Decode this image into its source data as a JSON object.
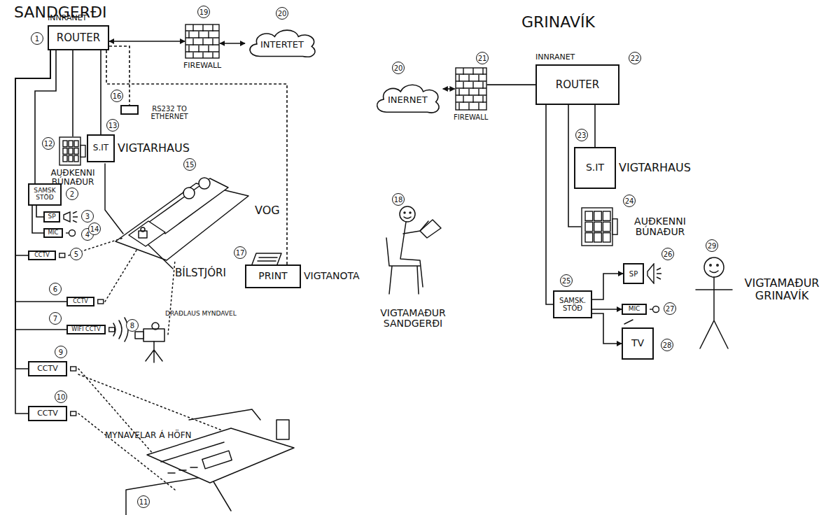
{
  "diagram": {
    "nodes": [
      {
        "text": [
          "INNRANET",
          "ROUTER"
        ]
      },
      {
        "text": [
          "FIREWALL"
        ]
      },
      {
        "text": [
          "INTERTET"
        ]
      },
      {
        "text": [
          "RS232 TO ETHERNET"
        ]
      },
      {
        "text": [
          "AUÐKENNI BÚNAÐUR"
        ]
      },
      {
        "text": [
          "S.IT",
          "VIGTARHAUS"
        ]
      },
      {
        "text": [
          "SAMSK STÖÐ"
        ]
      },
      {
        "text": [
          "SP"
        ]
      },
      {
        "text": [
          "MIC"
        ]
      },
      {
        "text": [
          "CCTV"
        ]
      },
      {
        "text": [
          "CCTV"
        ]
      },
      {
        "text": [
          "WIFI CCTV"
        ]
      },
      {
        "text": [
          "CCTV"
        ]
      },
      {
        "text": [
          "CCTV"
        ]
      },
      {
        "text": [
          "PRINT",
          "VIGTANOTA"
        ]
      },
      {
        "text": [
          "INERNET"
        ]
      },
      {
        "text": [
          "FIREWALL"
        ]
      },
      {
        "text": [
          "INNRANET",
          "ROUTER"
        ]
      },
      {
        "text": [
          "S.IT",
          "VIGTARHAUS"
        ]
      },
      {
        "text": [
          "AUÐKENNI BÚNAÐUR"
        ]
      },
      {
        "text": [
          "SAMSK. STÖÐ"
        ]
      },
      {
        "text": [
          "SP"
        ]
      },
      {
        "text": [
          "MIC"
        ]
      },
      {
        "text": [
          "TV"
        ]
      }
    ],
    "edges": [
      {
        "from": 0,
        "to": 1,
        "arrow": "both"
      },
      {
        "from": 1,
        "to": 2,
        "arrow": "both"
      },
      {
        "from": 0,
        "to": 3,
        "arrow": "none"
      },
      {
        "from": 0,
        "to": 14,
        "arrow": "none"
      },
      {
        "from": 0,
        "to": 4,
        "arrow": "none"
      },
      {
        "from": 0,
        "to": 5,
        "arrow": "none"
      },
      {
        "from": 0,
        "to": 6,
        "arrow": "none"
      },
      {
        "from": 6,
        "to": 7,
        "arrow": "none"
      },
      {
        "from": 6,
        "to": 8,
        "arrow": "none"
      },
      {
        "from": 0,
        "to": 9,
        "arrow": "none"
      },
      {
        "from": 0,
        "to": 10,
        "arrow": "none"
      },
      {
        "from": 0,
        "to": 11,
        "arrow": "none"
      },
      {
        "from": 0,
        "to": 12,
        "arrow": "none"
      },
      {
        "from": 0,
        "to": 13,
        "arrow": "none"
      },
      {
        "from": 15,
        "to": 16,
        "arrow": "both"
      },
      {
        "from": 16,
        "to": 17,
        "arrow": "none"
      },
      {
        "from": 17,
        "to": 18,
        "arrow": "none"
      },
      {
        "from": 17,
        "to": 19,
        "arrow": "none"
      },
      {
        "from": 17,
        "to": 20,
        "arrow": "none"
      },
      {
        "from": 20,
        "to": 21,
        "arrow": "to"
      },
      {
        "from": 20,
        "to": 22,
        "arrow": "to"
      },
      {
        "from": 20,
        "to": 23,
        "arrow": "to"
      }
    ],
    "labels": [
      "SANDGERÐI",
      "1",
      "19",
      "20",
      "16",
      "12",
      "13",
      "2",
      "3",
      "4",
      "5",
      "6",
      "7",
      "8",
      "9",
      "10",
      "11",
      "14",
      "15",
      "17",
      "18",
      "VOG",
      "BÍLSTJÓRI",
      "DRAÐLAUS MYNDAVEL",
      "MYNAVELAR Á HÖFN",
      "VIGTAMAÐUR SANDGERÐI",
      "GRINAVÍK",
      "20",
      "21",
      "22",
      "23",
      "24",
      "25",
      "26",
      "27",
      "28",
      "29",
      "VIGTAMAÐUR GRINAVÍK"
    ]
  }
}
